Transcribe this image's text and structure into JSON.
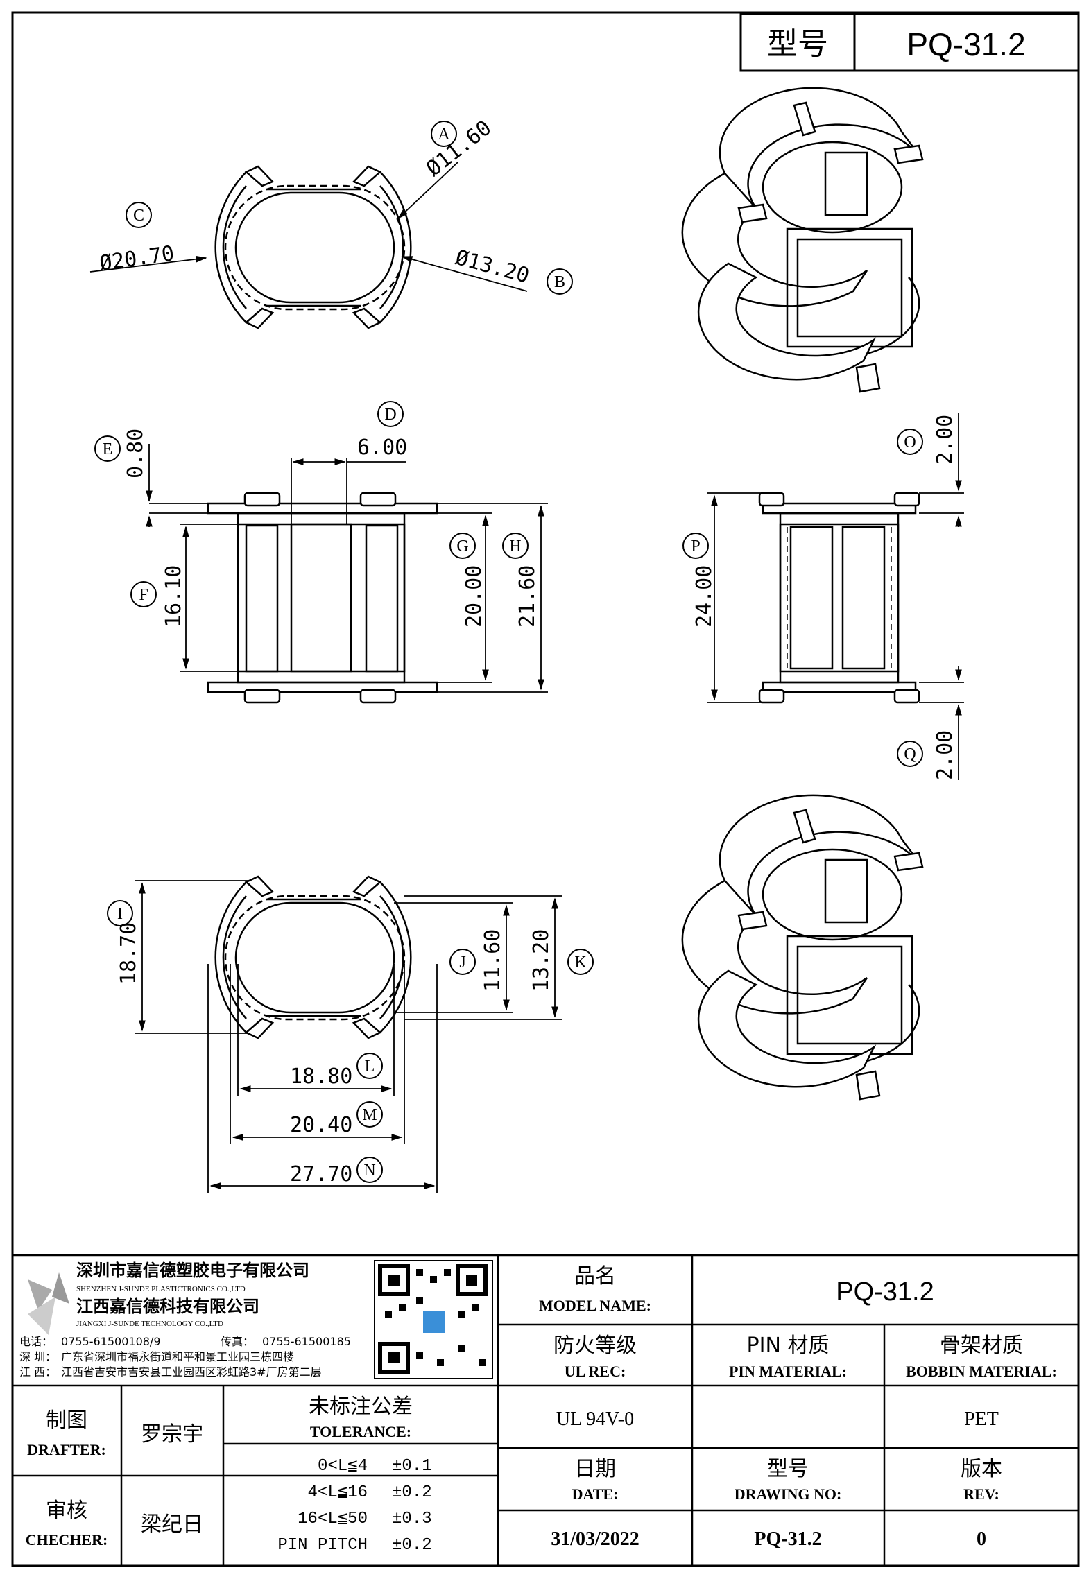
{
  "title_box": {
    "label": "型号",
    "value": "PQ-31.2"
  },
  "top_view": {
    "labels": {
      "A": "A",
      "B": "B",
      "C": "C"
    },
    "dims": {
      "A": "Ø11.60",
      "B": "Ø13.20",
      "C": "Ø20.70"
    }
  },
  "front_view": {
    "labels": {
      "D": "D",
      "E": "E",
      "F": "F",
      "G": "G",
      "H": "H"
    },
    "dims": {
      "D": "6.00",
      "E": "0.80",
      "F": "16.10",
      "G": "20.00",
      "H": "21.60"
    }
  },
  "side_view": {
    "labels": {
      "O": "O",
      "P": "P",
      "Q": "Q"
    },
    "dims": {
      "O": "2.00",
      "P": "24.00",
      "Q": "2.00"
    }
  },
  "bottom_view": {
    "labels": {
      "I": "I",
      "J": "J",
      "K": "K",
      "L": "L",
      "M": "M",
      "N": "N"
    },
    "dims": {
      "I": "18.70",
      "J": "11.60",
      "K": "13.20",
      "L": "18.80",
      "M": "20.40",
      "N": "27.70"
    }
  },
  "company": {
    "name_cn_1": "深圳市嘉信德塑胶电子有限公司",
    "name_en_1": "SHENZHEN J-SUNDE PLASTICTRONICS CO.,LTD",
    "name_cn_2": "江西嘉信德科技有限公司",
    "name_en_2": "JIANGXI J-SUNDE TECHNOLOGY CO.,LTD",
    "phone_label": "电话：",
    "phone": "0755-61500108/9",
    "fax_label": "传真：",
    "fax": "0755-61500185",
    "addr_sz_label": "深 圳：",
    "addr_sz": "广东省深圳市福永街道和平和景工业园三栋四楼",
    "addr_jx_label": "江 西：",
    "addr_jx": "江西省吉安市吉安县工业园西区彩虹路3#厂房第二层"
  },
  "title_block": {
    "model_name_cn": "品名",
    "model_name_en": "MODEL NAME:",
    "model_name_value": "PQ-31.2",
    "ul_cn": "防火等级",
    "ul_en": "UL REC:",
    "pin_cn": "PIN 材质",
    "pin_en": "PIN MATERIAL:",
    "bobbin_cn": "骨架材质",
    "bobbin_en": "BOBBIN MATERIAL:",
    "ul_value": "UL 94V-0",
    "pin_value": "",
    "bobbin_value": "PET",
    "date_cn": "日期",
    "date_en": "DATE:",
    "drawing_cn": "型号",
    "drawing_en": "DRAWING NO:",
    "rev_cn": "版本",
    "rev_en": "REV:",
    "date_value": "31/03/2022",
    "drawing_value": "PQ-31.2",
    "rev_value": "0",
    "drafter_cn": "制图",
    "drafter_en": "DRAFTER:",
    "drafter_name": "罗宗宇",
    "checker_cn": "审核",
    "checker_en": "CHECHER:",
    "checker_name": "梁纪日",
    "tolerance_cn": "未标注公差",
    "tolerance_en": "TOLERANCE:",
    "tolerances": [
      {
        "range": "0<L≦4",
        "value": "±0.1"
      },
      {
        "range": "4<L≦16",
        "value": "±0.2"
      },
      {
        "range": "16<L≦50",
        "value": "±0.3"
      },
      {
        "range": "PIN PITCH",
        "value": "±0.2"
      }
    ]
  }
}
